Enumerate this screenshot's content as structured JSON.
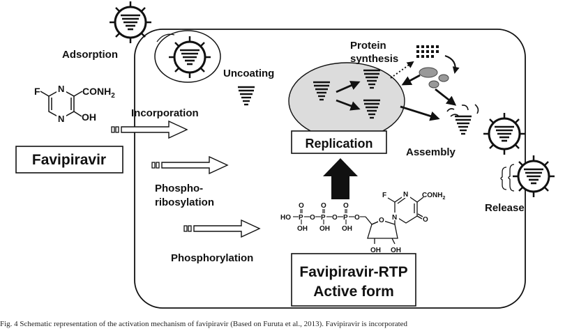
{
  "labels": {
    "adsorption": "Adsorption",
    "uncoating": "Uncoating",
    "protein_synthesis_1": "Protein",
    "protein_synthesis_2": "synthesis",
    "incorporation": "Incorporation",
    "replication": "Replication",
    "assembly": "Assembly",
    "phospho_1": "Phospho-",
    "phospho_2": "ribosylation",
    "release": "Release",
    "phosphorylation": "Phosphorylation",
    "favipiravir": "Favipiravir",
    "rtp_1": "Favipiravir-RTP",
    "rtp_2": "Active form"
  },
  "chem": {
    "f": "F",
    "n": "N",
    "conh2": "CONH",
    "sub2": "2",
    "oh": "OH",
    "o": "O",
    "p": "P",
    "ho": "HO"
  },
  "caption": "Fig. 4    Schematic representation of the activation mechanism of favipiravir (Based on Furuta et al., 2013). Favipiravir is incorporated"
}
